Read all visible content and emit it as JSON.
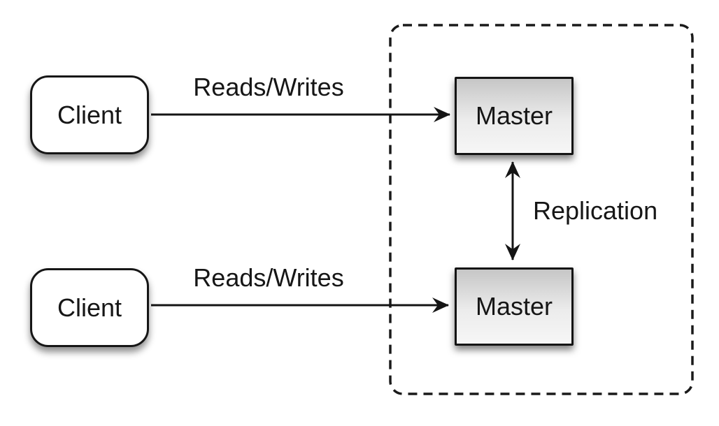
{
  "diagram": {
    "title_hint": "master-master replication topology",
    "background_color": "#ffffff",
    "stroke_color": "#1a1a1a",
    "nodes": {
      "client_top": {
        "label": "Client",
        "shape": "rounded-rectangle",
        "fill": "#ffffff"
      },
      "client_bottom": {
        "label": "Client",
        "shape": "rounded-rectangle",
        "fill": "#ffffff"
      },
      "master_top": {
        "label": "Master",
        "shape": "rectangle",
        "fill_gradient_top": "#c6c6c6",
        "fill_gradient_bottom": "#f6f6f6"
      },
      "master_bottom": {
        "label": "Master",
        "shape": "rectangle",
        "fill_gradient_top": "#c6c6c6",
        "fill_gradient_bottom": "#f6f6f6"
      }
    },
    "edges": {
      "reads_writes_top": {
        "label": "Reads/Writes",
        "from": "client_top",
        "to": "master_top",
        "direction": "one-way"
      },
      "reads_writes_bottom": {
        "label": "Reads/Writes",
        "from": "client_bottom",
        "to": "master_bottom",
        "direction": "one-way"
      },
      "replication": {
        "label": "Replication",
        "from": "master_top",
        "to": "master_bottom",
        "direction": "two-way"
      }
    },
    "cluster_boundary": {
      "style": "dashed",
      "stroke": "#1a1a1a"
    }
  }
}
